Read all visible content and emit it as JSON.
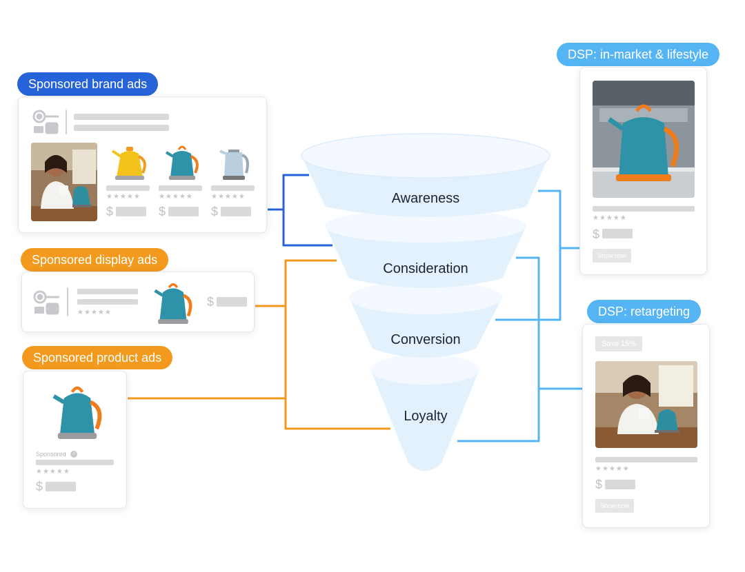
{
  "labels": {
    "sponsored_brand_ads": "Sponsored brand ads",
    "sponsored_display_ads": "Sponsored display ads",
    "sponsored_product_ads": "Sponsored product ads",
    "dsp_in_market": "DSP: in-market & lifestyle",
    "dsp_retargeting": "DSP: retargeting"
  },
  "funnel": {
    "stages": [
      "Awareness",
      "Consideration",
      "Conversion",
      "Loyalty"
    ]
  },
  "cards": {
    "product_card": {
      "sponsored_label": "Sponsored",
      "info_glyph": "i"
    },
    "dsp_in_market": {
      "button_label": "Show now"
    },
    "dsp_retargeting": {
      "badge_label": "Save 15%",
      "button_label": "Show now"
    },
    "stars_glyphs": "★★★★★",
    "currency_glyph": "$"
  },
  "colors": {
    "dark_blue": "#2663d8",
    "orange": "#f39a1e",
    "light_blue": "#55b4f4",
    "funnel_fill": "#e3f1fd",
    "funnel_rim": "#f2f8fe"
  },
  "icons": [
    "brand-logo-icon",
    "kettle-icon",
    "person-photo",
    "kitchen-photo"
  ]
}
